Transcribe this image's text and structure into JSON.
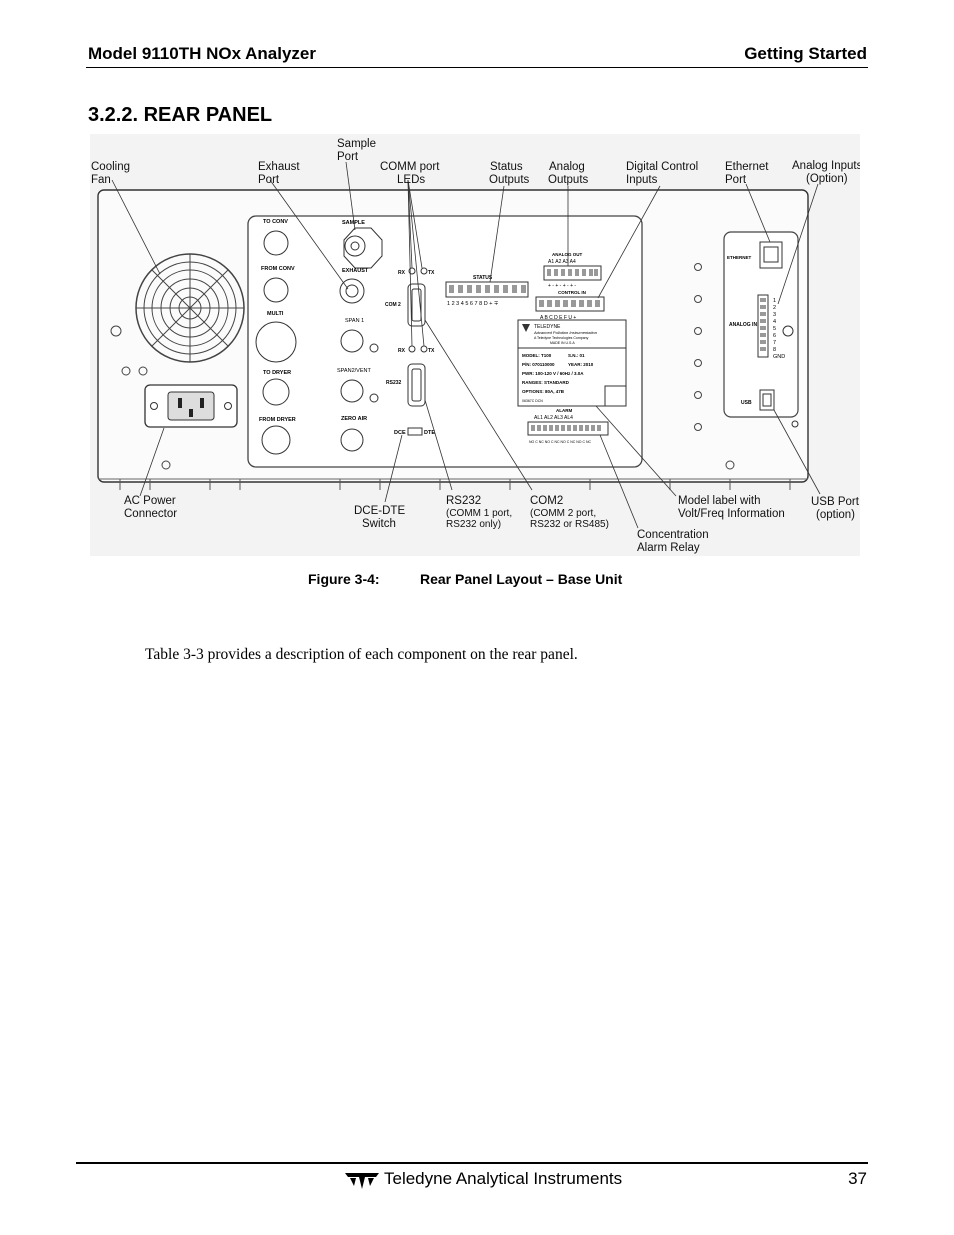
{
  "header": {
    "title": "Model 9110TH NOx Analyzer",
    "section": "Getting Started"
  },
  "section_title": "3.2.2. REAR PANEL",
  "figure": {
    "callouts": {
      "cooling_fan": [
        "Cooling",
        "Fan"
      ],
      "exhaust_port": [
        "Exhaust",
        "Port"
      ],
      "sample_port": [
        "Sample",
        "Port"
      ],
      "comm_leds": [
        "COMM port",
        "LEDs"
      ],
      "status_outputs": [
        "Status",
        "Outputs"
      ],
      "analog_outputs": [
        "Analog",
        "Outputs"
      ],
      "digital_inputs": [
        "Digital Control",
        "Inputs"
      ],
      "ethernet_port": [
        "Ethernet",
        "Port"
      ],
      "analog_inputs": [
        "Analog Inputs",
        "(Option)"
      ],
      "ac_power": [
        "AC Power",
        "Connector"
      ],
      "dce_dte": [
        "DCE-DTE",
        "Switch"
      ],
      "rs232": [
        "RS232",
        "(COMM 1 port,",
        "RS232 only)"
      ],
      "com2": [
        "COM2",
        "(COMM 2 port,",
        "RS232 or RS485)"
      ],
      "model_label": [
        "Model label with",
        "Volt/Freq Information"
      ],
      "usb_port": [
        "USB Port",
        "(option)"
      ],
      "alarm_relay": [
        "Concentration",
        "Alarm Relay"
      ]
    },
    "panel_labels": {
      "to_conv": "TO CONV",
      "from_conv": "FROM CONV",
      "multi": "MULTI",
      "to_dryer": "TO DRYER",
      "from_dryer": "FROM DRYER",
      "sample": "SAMPLE",
      "exhaust": "EXHAUST",
      "span1": "SPAN 1",
      "span2_vent": "SPAN2/VENT",
      "zero_air": "ZERO AIR",
      "com2": "COM 2",
      "rs232": "RS232",
      "rx": "RX",
      "tx": "TX",
      "dce": "DCE",
      "dte": "DTE",
      "status": "STATUS",
      "status_pins": "1 2 3 4 5 6 7 8 D + ∓",
      "analog_out": "ANALOG OUT",
      "analog_out_channels": "A1   A2   A3   A4",
      "analog_out_pins": "+ -   + -   + -   + -",
      "control_in": "CONTROL IN",
      "control_pins": "A B C D E F U +",
      "alarm": "ALARM",
      "alarm_channels": "AL1   AL2   AL3   AL4",
      "alarm_pins": "NO C NC NO C NC NO C NC NO C NC",
      "ethernet": "ETHERNET",
      "analog_in": "ANALOG IN",
      "analog_in_pins": [
        "1",
        "2",
        "3",
        "4",
        "5",
        "6",
        "7",
        "8",
        "GND"
      ],
      "usb": "USB"
    },
    "model_label": {
      "brand": "TELEDYNE",
      "division": "Advanced Pollution Instrumentation",
      "sub": "A Teledyne Technologies Company",
      "made_in": "MADE IN U.S.A",
      "model": "MODEL: T100",
      "sn": "S.N.: 01",
      "pn": "P/N: 070110000",
      "year": "YEAR: 2010",
      "pwr": "PWR: 100-120 V / 60Hz / 3.0A",
      "ranges": "RANGES: STANDARD",
      "options": "OPTIONS: 80A, 47B",
      "code": "06367C DCN"
    }
  },
  "caption": {
    "number": "Figure 3-4:",
    "title": "Rear Panel Layout – Base Unit"
  },
  "body_text": "Table 3-3 provides a description of each component on the rear panel.",
  "footer": {
    "company": "Teledyne Analytical Instruments",
    "page": "37"
  }
}
